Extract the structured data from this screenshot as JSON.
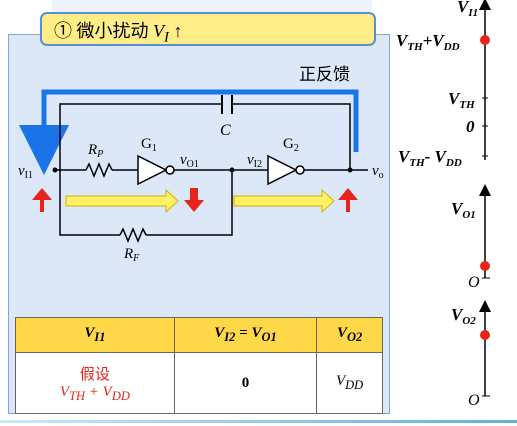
{
  "banner": {
    "prefix": "① 微小扰动 ",
    "var": "V",
    "sub": "I",
    "suffix": " ↑"
  },
  "circuit": {
    "feedback_label": "正反馈",
    "cap_label": "C",
    "rp_label": "R",
    "rp_sub": "P",
    "rf_label": "R",
    "rf_sub": "F",
    "g1_label": "G",
    "g1_sub": "1",
    "g2_label": "G",
    "g2_sub": "2",
    "vi1": "v",
    "vi1_sub": "I1",
    "vo1": "v",
    "vo1_sub": "O1",
    "vi2": "v",
    "vi2_sub": "I2",
    "vo": "v",
    "vo_sub": "o"
  },
  "table": {
    "head": [
      "V",
      "V",
      "V"
    ],
    "head_sub": [
      "I1",
      "I2",
      "O2"
    ],
    "head2_mid": " = V",
    "head2_mid_sub": "O1",
    "row_cell1_line1": "假设",
    "row_cell1_line2": "V",
    "row_cell1_sub_a": "TH",
    "row_cell1_plus": " + V",
    "row_cell1_sub_b": "DD",
    "row_cell2": "0",
    "row_cell3": "V",
    "row_cell3_sub": "DD"
  },
  "axes": {
    "top_label": "V",
    "top_label_sub": "I1",
    "level1": "V",
    "level1_sub1": "TH",
    "level1_mid": "+V",
    "level1_sub2": "DD",
    "level2": "V",
    "level2_sub": "TH",
    "level3": "0",
    "level4": "V",
    "level4_sub1": "TH",
    "level4_mid": "- V",
    "level4_sub2": "DD",
    "axis2_label": "V",
    "axis2_sub": "O1",
    "axis2_origin": "O",
    "axis3_label": "V",
    "axis3_sub": "O2",
    "axis3_origin": "O"
  },
  "colors": {
    "feedback": "#1a73e8",
    "arrow_red": "#e8231a",
    "arrow_yellow": "#fff066",
    "panel": "#dce8f7"
  }
}
